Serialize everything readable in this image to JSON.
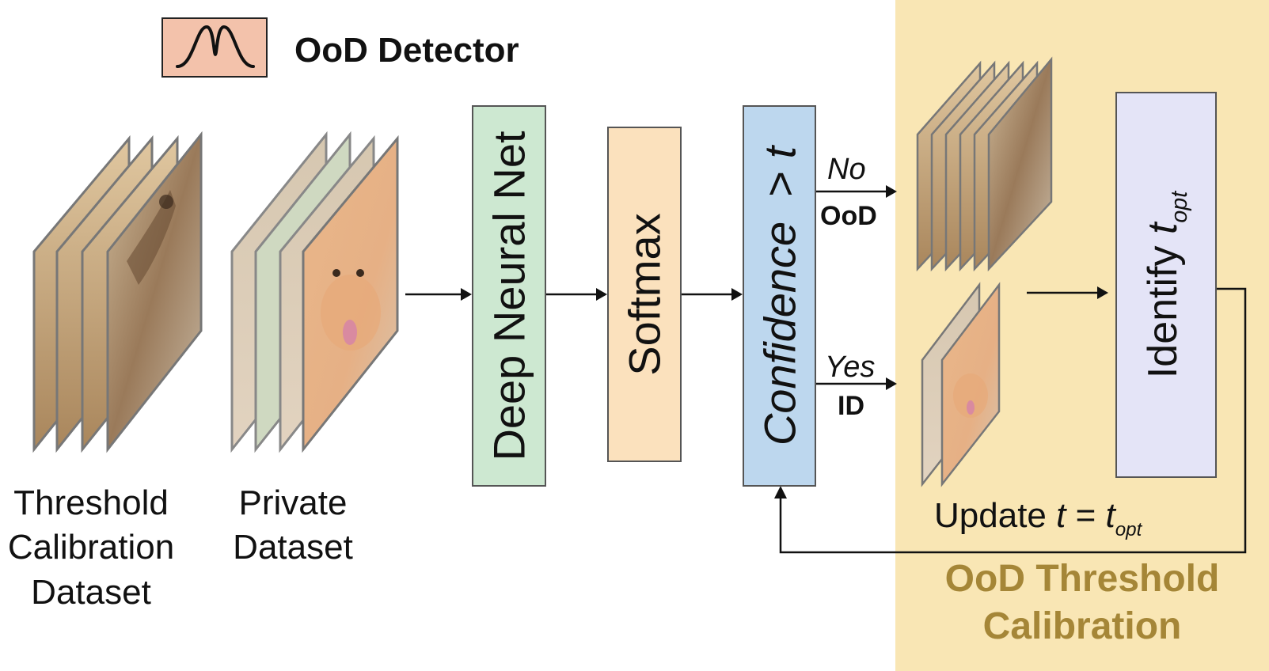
{
  "legend": {
    "label": "OoD Detector"
  },
  "datasets": [
    {
      "line1": "Threshold",
      "line2": "Calibration",
      "line3": "Dataset"
    },
    {
      "line1": "Private",
      "line2": "Dataset"
    }
  ],
  "blocks": {
    "dnn": "Deep Neural Net",
    "softmax": "Softmax",
    "confidence_prefix": "Confidence",
    "confidence_gt": ">",
    "confidence_var": "t",
    "identify_prefix": "Identify ",
    "identify_var": "t",
    "identify_sub": "opt"
  },
  "branches": {
    "no_label": "No",
    "ood_label": "OoD",
    "yes_label": "Yes",
    "id_label": "ID"
  },
  "update": {
    "prefix": "Update ",
    "var": "t",
    "equals": " = ",
    "rhs_var": "t",
    "rhs_sub": "opt"
  },
  "calibration_title": {
    "line1": "OoD Threshold",
    "line2": "Calibration"
  },
  "colors": {
    "calibration_bg": "#f9e6b4",
    "calibration_title": "#a58637",
    "dnn": "#cde8d1",
    "softmax": "#fbe1bd",
    "confidence": "#bdd7ee",
    "identify": "#e4e4f7",
    "detector_icon": "#f3c2ab"
  },
  "icons": [
    "bell-curve-icon",
    "giraffe-image-stack",
    "dog-image-stack"
  ]
}
